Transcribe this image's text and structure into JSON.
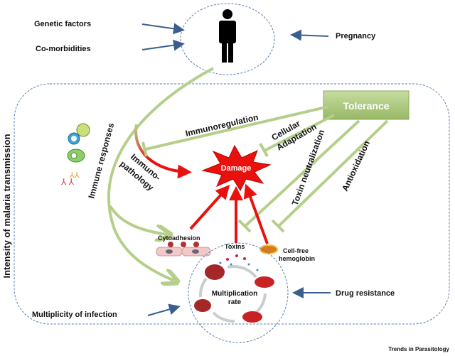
{
  "external_factors": {
    "genetic": "Genetic factors",
    "comorbidities": "Co-morbidities",
    "pregnancy": "Pregnancy",
    "drug_resistance": "Drug resistance",
    "multiplicity": "Multiplicity of infection"
  },
  "axis_label": "Intensity of malaria transmission",
  "tolerance": {
    "label": "Tolerance",
    "mechanisms": [
      "Immunoregulation",
      "Cellular",
      "Adaptation",
      "Toxin neutralization",
      "Antioxidation"
    ]
  },
  "immune": {
    "responses": "Immune responses",
    "pathology_line1": "Immuno-",
    "pathology_line2": "pathology"
  },
  "damage": "Damage",
  "parasite": {
    "cytoadhesion": "Cytoadhesion",
    "toxins": "Toxins",
    "hemoglobin_line1": "Cell-free",
    "hemoglobin_line2": "hemoglobin",
    "multiplication_line1": "Multiplication",
    "multiplication_line2": "rate"
  },
  "credit": "Trends in Parasitology",
  "colors": {
    "green": "#b5cf8a",
    "red": "#e8110e",
    "blue_arrow": "#3a5f8f",
    "dashed": "#5a7fb0"
  }
}
